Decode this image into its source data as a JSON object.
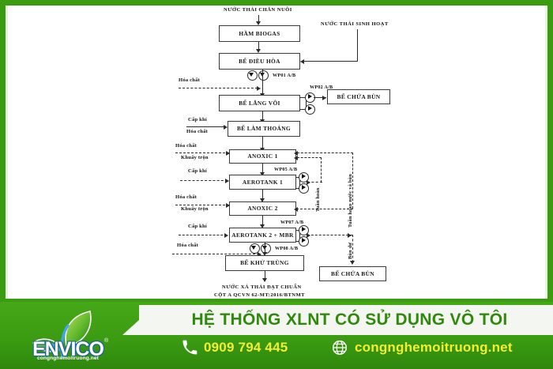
{
  "page": {
    "frame_color": "#3b9c12",
    "background": "#ffffff"
  },
  "diagram": {
    "title_inflow_top": "NƯỚC THẢI CHĂN NUÔI",
    "title_inflow_right": "NƯỚC THẢI SINH HOẠT",
    "boxes": [
      {
        "id": "ham-biogas",
        "label": "HẦM BIOGAS"
      },
      {
        "id": "be-dieu-hoa",
        "label": "BỂ ĐIỀU HÒA"
      },
      {
        "id": "be-lang-voi",
        "label": "BỂ LẮNG VÔI"
      },
      {
        "id": "be-chua-bun-1",
        "label": "BỂ CHỨA BÙN"
      },
      {
        "id": "be-lam-thoang",
        "label": "BỂ LÀM THOÁNG"
      },
      {
        "id": "anoxic-1",
        "label": "ANOXIC 1"
      },
      {
        "id": "aerotank-1",
        "label": "AEROTANK  1"
      },
      {
        "id": "anoxic-2",
        "label": "ANOXIC 2"
      },
      {
        "id": "aerotank-2-mbr",
        "label": "AEROTANK 2 + MBR"
      },
      {
        "id": "be-khu-trung",
        "label": "BỂ KHỬ TRÙNG"
      },
      {
        "id": "be-chua-bun-2",
        "label": "BỂ CHỨA BÙN"
      }
    ],
    "pumps": [
      {
        "id": "wp01",
        "label": "WP01 A/B"
      },
      {
        "id": "wp02",
        "label": "WP02 A/B"
      },
      {
        "id": "wp05",
        "label": "WP05 A/B"
      },
      {
        "id": "wp07",
        "label": "WP07 A/B"
      },
      {
        "id": "wp08",
        "label": "WP08 A/B"
      }
    ],
    "side_inputs": [
      {
        "id": "hoa-chat-1",
        "label": "Hóa chất"
      },
      {
        "id": "cap-khi-1",
        "label": "Cấp khí"
      },
      {
        "id": "hoa-chat-2",
        "label": "Hóa chất"
      },
      {
        "id": "hoa-chat-3",
        "label": "Hóa chất"
      },
      {
        "id": "khuay-tron-1",
        "label": "Khuấy trộn"
      },
      {
        "id": "cap-khi-2",
        "label": "Cấp khí"
      },
      {
        "id": "hoa-chat-4",
        "label": "Hóa chất"
      },
      {
        "id": "khuay-tron-2",
        "label": "Khuấy trộn"
      },
      {
        "id": "cap-khi-3",
        "label": "Cấp khí"
      },
      {
        "id": "hoa-chat-5",
        "label": "Hóa chất"
      }
    ],
    "flow_labels": [
      {
        "id": "tuan-hoan",
        "label": "Tuần hoàn"
      },
      {
        "id": "tuan-hoan-nuoc-bun",
        "label": "Tuần hoàn nước và bùn"
      },
      {
        "id": "bun-du",
        "label": "Bùn dư"
      }
    ],
    "outflow_line1": "NƯỚC XẢ THẢI ĐẠT CHUẨN",
    "outflow_line2": "CỘT A QCVN 62-MT:2016/BTNMT"
  },
  "banner": {
    "title": "HỆ THỐNG XLNT CÓ SỬ DỤNG VÔ TÔI",
    "phone": "0909 794 445",
    "website": "congnghemoitruong.net",
    "logo_text": "ENVICO",
    "logo_subtext": "congnghemoitruong.net",
    "logo_registered": "®",
    "colors": {
      "green": "#3b9c12",
      "title_green": "#2f8a0c",
      "yellow": "#f3ed33"
    }
  }
}
